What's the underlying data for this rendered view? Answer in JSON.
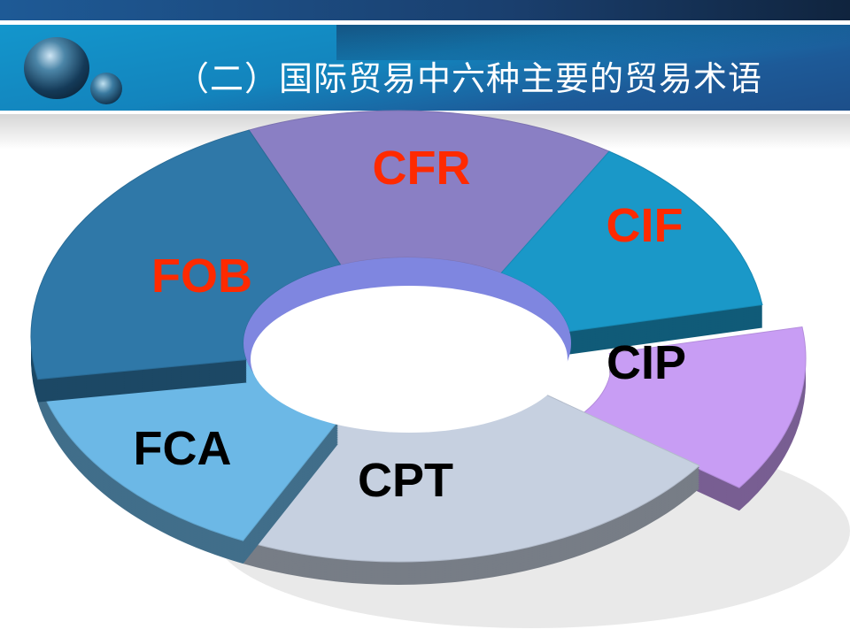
{
  "title": "（二）国际贸易中六种主要的贸易术语",
  "segments": [
    {
      "label": "CFR",
      "label_color": "#ff2a00",
      "color": "#8a7fc4"
    },
    {
      "label": "CIF",
      "label_color": "#ff2a00",
      "color": "#1a98c8"
    },
    {
      "label": "CIP",
      "label_color": "#000000",
      "color": "#c89df4"
    },
    {
      "label": "CPT",
      "label_color": "#000000",
      "color": "#c6d0e0"
    },
    {
      "label": "FCA",
      "label_color": "#000000",
      "color": "#6cb8e6"
    },
    {
      "label": "FOB",
      "label_color": "#ff2a00",
      "color": "#2f78a8"
    }
  ]
}
